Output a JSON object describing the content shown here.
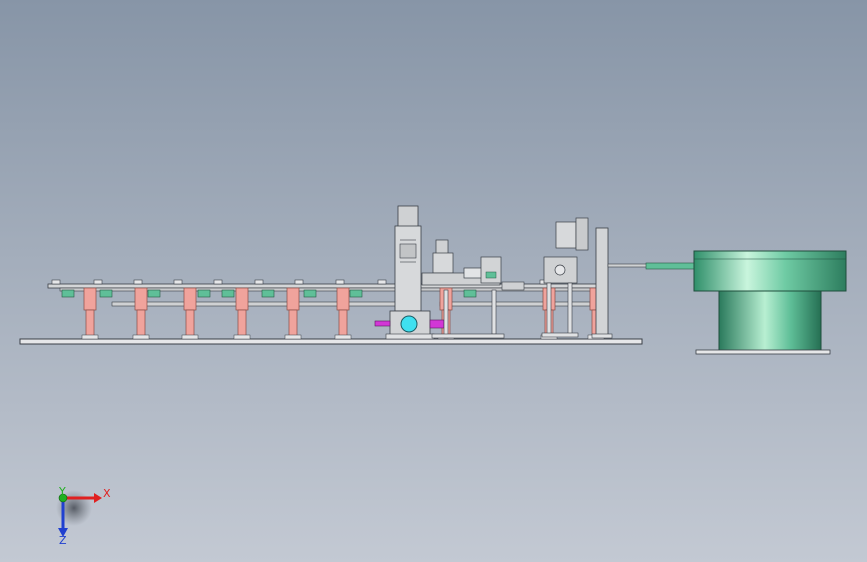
{
  "viewport": {
    "background_top": "#8795a7",
    "background_bottom": "#c3c9d3"
  },
  "colors": {
    "frame": "#d4d6d8",
    "frame_stroke": "#3a3f46",
    "leg_pink": "#f0a39c",
    "leg_pink_stroke": "#8a4b45",
    "clamp_green": "#5fbf98",
    "bowl_green": "#5fbf98",
    "bowl_highlight": "#c9f5dd",
    "motor_cyan": "#3fe0f0",
    "cylinder_magenta": "#d236d6"
  },
  "conveyor": {
    "leg_count": 11,
    "clamp_count": 9
  },
  "triad": {
    "x_label": "X",
    "y_label": "Y",
    "z_label": "Z",
    "x_color": "#e02020",
    "y_color": "#20b020",
    "z_color": "#2040d0"
  }
}
